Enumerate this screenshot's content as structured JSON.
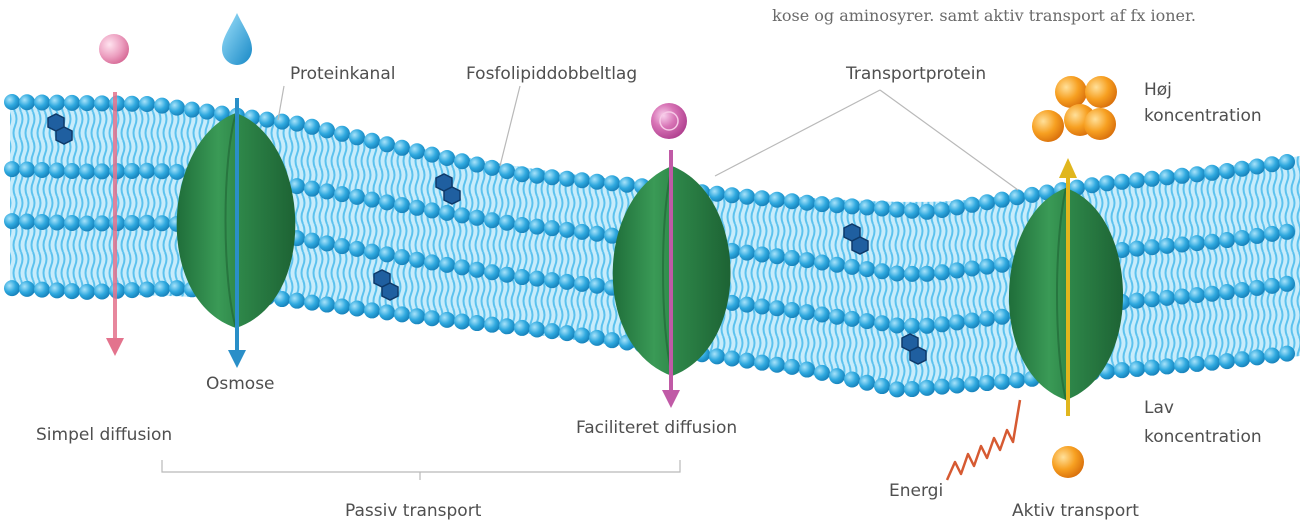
{
  "caption": "kose og aminosyrer. samt aktiv transport af fx ioner.",
  "labels": {
    "proteinkanal": "Proteinkanal",
    "fosfolipid": "Fosfolipiddobbeltlag",
    "transportprotein": "Transportprotein",
    "hoj_line1": "Høj",
    "hoj_line2": "koncentration",
    "lav_line1": "Lav",
    "lav_line2": "koncentration",
    "osmose": "Osmose",
    "simpel": "Simpel diffusion",
    "faciliteret": "Faciliteret diffusion",
    "passiv": "Passiv transport",
    "energi": "Energi",
    "aktiv": "Aktiv transport"
  },
  "colors": {
    "membrane": "#29a6de",
    "head": "#27a4dc",
    "tail": "#7fd2f3",
    "protein": "#2f8a4a",
    "simpel_arrow": "#e3738d",
    "faciliteret_arrow": "#c05aa6",
    "osmose_arrow": "#2a8fc8",
    "aktiv_arrow": "#e0b61e",
    "ion": "#f39a1c",
    "molecule_pink": "#e27aa4",
    "water": "#2aa6dd",
    "cholesterol": "#1f5fa0",
    "energy": "#d65a32"
  },
  "icons": {
    "simpel_particle": "pink-sphere-icon",
    "water_drop": "water-drop-icon",
    "faciliteret_particle": "magenta-sphere-icon",
    "ion_cluster": "orange-ion-cluster-icon",
    "ion_single": "orange-ion-icon",
    "energy": "zigzag-energy-icon",
    "cholesterol": "cholesterol-molecule-icon"
  }
}
